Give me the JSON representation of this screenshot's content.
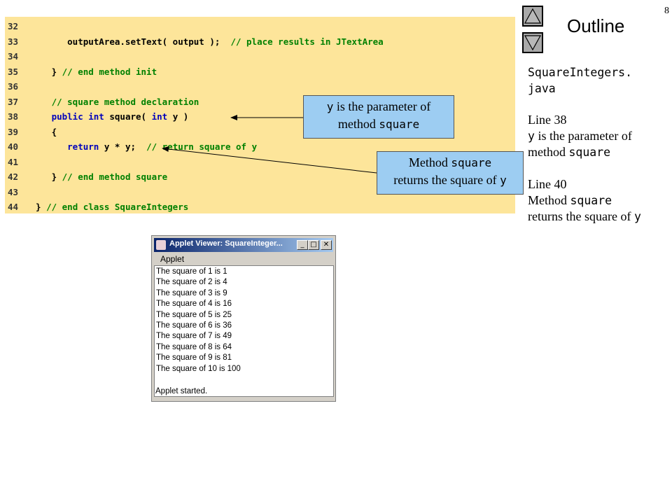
{
  "slide_number": "8",
  "outline_title": "Outline",
  "code_lines": [
    {
      "num": "32",
      "segments": []
    },
    {
      "num": "33",
      "segments": [
        {
          "t": "      outputArea.setText( output );  ",
          "c": "plain"
        },
        {
          "t": "// place results in JTextArea",
          "c": "cm"
        }
      ]
    },
    {
      "num": "34",
      "segments": []
    },
    {
      "num": "35",
      "segments": [
        {
          "t": "   } ",
          "c": "plain"
        },
        {
          "t": "// end method init",
          "c": "cm"
        }
      ]
    },
    {
      "num": "36",
      "segments": []
    },
    {
      "num": "37",
      "segments": [
        {
          "t": "   ",
          "c": "plain"
        },
        {
          "t": "// square method declaration",
          "c": "cm"
        }
      ]
    },
    {
      "num": "38",
      "segments": [
        {
          "t": "   ",
          "c": "plain"
        },
        {
          "t": "public int ",
          "c": "kw"
        },
        {
          "t": "square( ",
          "c": "plain"
        },
        {
          "t": "int ",
          "c": "kw"
        },
        {
          "t": "y )",
          "c": "plain"
        }
      ]
    },
    {
      "num": "39",
      "segments": [
        {
          "t": "   {",
          "c": "plain"
        }
      ]
    },
    {
      "num": "40",
      "segments": [
        {
          "t": "      ",
          "c": "plain"
        },
        {
          "t": "return ",
          "c": "kw"
        },
        {
          "t": "y * y;  ",
          "c": "plain"
        },
        {
          "t": "// return square of y",
          "c": "cm"
        }
      ]
    },
    {
      "num": "41",
      "segments": []
    },
    {
      "num": "42",
      "segments": [
        {
          "t": "   } ",
          "c": "plain"
        },
        {
          "t": "// end method square",
          "c": "cm"
        }
      ]
    },
    {
      "num": "43",
      "segments": []
    },
    {
      "num": "44",
      "segments": [
        {
          "t": "} ",
          "c": "plain"
        },
        {
          "t": "// end class SquareIntegers",
          "c": "cm"
        }
      ]
    }
  ],
  "side_notes": {
    "file_name_1": "SquareIntegers.",
    "file_name_2": "java",
    "note1_line": "Line 38",
    "note1_mono": "y",
    "note1_text_a": " is the parameter of",
    "note1_text_b": "method ",
    "note1_mono2": "square",
    "note2_line": "Line 40",
    "note2_text_a": "Method ",
    "note2_mono": "square",
    "note2_text_b": "returns the square of ",
    "note2_mono2": "y"
  },
  "callouts": {
    "c1_mono": "y",
    "c1_text_a": " is the parameter of",
    "c1_text_b": "method ",
    "c1_mono2": "square",
    "c2_text_a": "Method ",
    "c2_mono": "square",
    "c2_text_b": "returns the square of ",
    "c2_mono2": "y"
  },
  "applet": {
    "title": "Applet Viewer: SquareInteger...",
    "menu": "Applet",
    "output": [
      "The square of 1 is 1",
      "The square of 2 is 4",
      "The square of 3 is 9",
      "The square of 4 is 16",
      "The square of 5 is 25",
      "The square of 6 is 36",
      "The square of 7 is 49",
      "The square of 8 is 64",
      "The square of 9 is 81",
      "The square of 10 is 100"
    ],
    "status": "Applet started.",
    "btn_min": "_",
    "btn_max": "□",
    "btn_close": "✕"
  }
}
